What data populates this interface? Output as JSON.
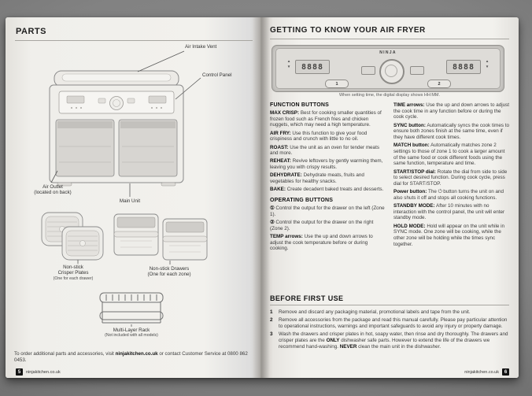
{
  "colors": {
    "photo_bg": "#7c7c7c",
    "page_bg": "#f1f0ec",
    "text": "#3b3b3b"
  },
  "left_page": {
    "title": "PARTS",
    "labels": {
      "air_intake_vent": "Air Intake Vent",
      "control_panel": "Control Panel",
      "air_outlet_1": "Air Outlet",
      "air_outlet_2": "(located on back)",
      "main_unit": "Main Unit",
      "crisper_1": "Non-stick",
      "crisper_2": "Crisper Plates",
      "crisper_3": "(One for each drawer)",
      "drawers_1": "Non-stick Drawers",
      "drawers_2": "(One for each zone)",
      "rack_1": "Multi-Layer Rack",
      "rack_2": "(Not included with all models)"
    },
    "order_note": {
      "p1": "To order additional parts and accessories, visit ",
      "b1": "ninjakitchen.co.uk",
      "p2": " or contact Customer Service at 0800 862 0453."
    },
    "page_number": "5",
    "site": "ninjakitchen.co.uk"
  },
  "right_page": {
    "title": "GETTING TO KNOW YOUR AIR FRYER",
    "panel": {
      "brand": "NINJA",
      "left_display": "8888",
      "right_display": "8888",
      "zone1": "1",
      "zone2": "2",
      "up_arrow": "▲",
      "down_arrow": "▼"
    },
    "caption": "When setting time, the digital display shows HH:MM.",
    "function_buttons": {
      "heading": "FUNCTION BUTTONS",
      "items": [
        {
          "term": "MAX CRISP:",
          "desc": "Best for cooking smaller quantities of frozen food such as French fries and chicken nuggets, which may need a high temperature."
        },
        {
          "term": "AIR FRY:",
          "desc": "Use this function to give your food crispiness and crunch with little to no oil."
        },
        {
          "term": "ROAST:",
          "desc": "Use the unit as an oven for tender meats and more."
        },
        {
          "term": "REHEAT:",
          "desc": "Revive leftovers by gently warming them, leaving you with crispy results."
        },
        {
          "term": "DEHYDRATE:",
          "desc": "Dehydrate meats, fruits and vegetables for healthy snacks."
        },
        {
          "term": "BAKE:",
          "desc": "Create decadent baked treats and desserts."
        }
      ]
    },
    "operating_buttons": {
      "heading": "OPERATING BUTTONS",
      "items": [
        {
          "term": "①",
          "desc": "Control the output for the drawer on the left (Zone 1)."
        },
        {
          "term": "②",
          "desc": "Control the output for the drawer on the right (Zone 2)."
        },
        {
          "term": "TEMP arrows:",
          "desc": "Use the up and down arrows to adjust the cook temperature before or during cooking."
        }
      ]
    },
    "right_column": {
      "items": [
        {
          "term": "TIME arrows:",
          "desc": "Use the up and down arrows to adjust the cook time in any function before or during the cook cycle."
        },
        {
          "term": "SYNC button:",
          "desc": "Automatically syncs the cook times to ensure both zones finish at the same time, even if they have different cook times."
        },
        {
          "term": "MATCH button:",
          "desc": "Automatically matches zone 2 settings to those of zone 1 to cook a larger amount of the same food or cook different foods using the same function, temperature and time."
        },
        {
          "term": "START/STOP dial:",
          "desc": "Rotate the dial from side to side to select desired function. During cook cycle, press dial for START/STOP."
        },
        {
          "term": "Power button:",
          "desc": "The ⏻ button turns the unit on and also shuts it off and stops all cooking functions."
        },
        {
          "term": "STANDBY MODE:",
          "desc": "After 10 minutes with no interaction with the control panel, the unit will enter standby mode."
        },
        {
          "term": "HOLD MODE:",
          "desc": "Hold will appear on the unit while in SYNC mode. One zone will be cooking, while the other zone will be holding while the times sync together."
        }
      ]
    },
    "before_first_use": {
      "heading": "BEFORE FIRST USE",
      "steps": [
        {
          "num": "1",
          "p1": "Remove and discard any packaging material, promotional labels and tape from the unit.",
          "b1": "",
          "p2": "",
          "b2": "",
          "p3": ""
        },
        {
          "num": "2",
          "p1": "Remove all accessories from the package and read this manual carefully. Please pay particular attention to operational instructions, warnings and important safeguards to avoid any injury or property damage.",
          "b1": "",
          "p2": "",
          "b2": "",
          "p3": ""
        },
        {
          "num": "3",
          "p1": "Wash the drawers and crisper plates in hot, soapy water, then rinse and dry thoroughly. The drawers and crisper plates are the ",
          "b1": "ONLY",
          "p2": " dishwasher safe parts. However to extend the life of the drawers we recommend hand-washing. ",
          "b2": "NEVER",
          "p3": " clean the main unit in the dishwasher."
        }
      ]
    },
    "site": "ninjakitchen.co.uk",
    "page_number": "6"
  }
}
